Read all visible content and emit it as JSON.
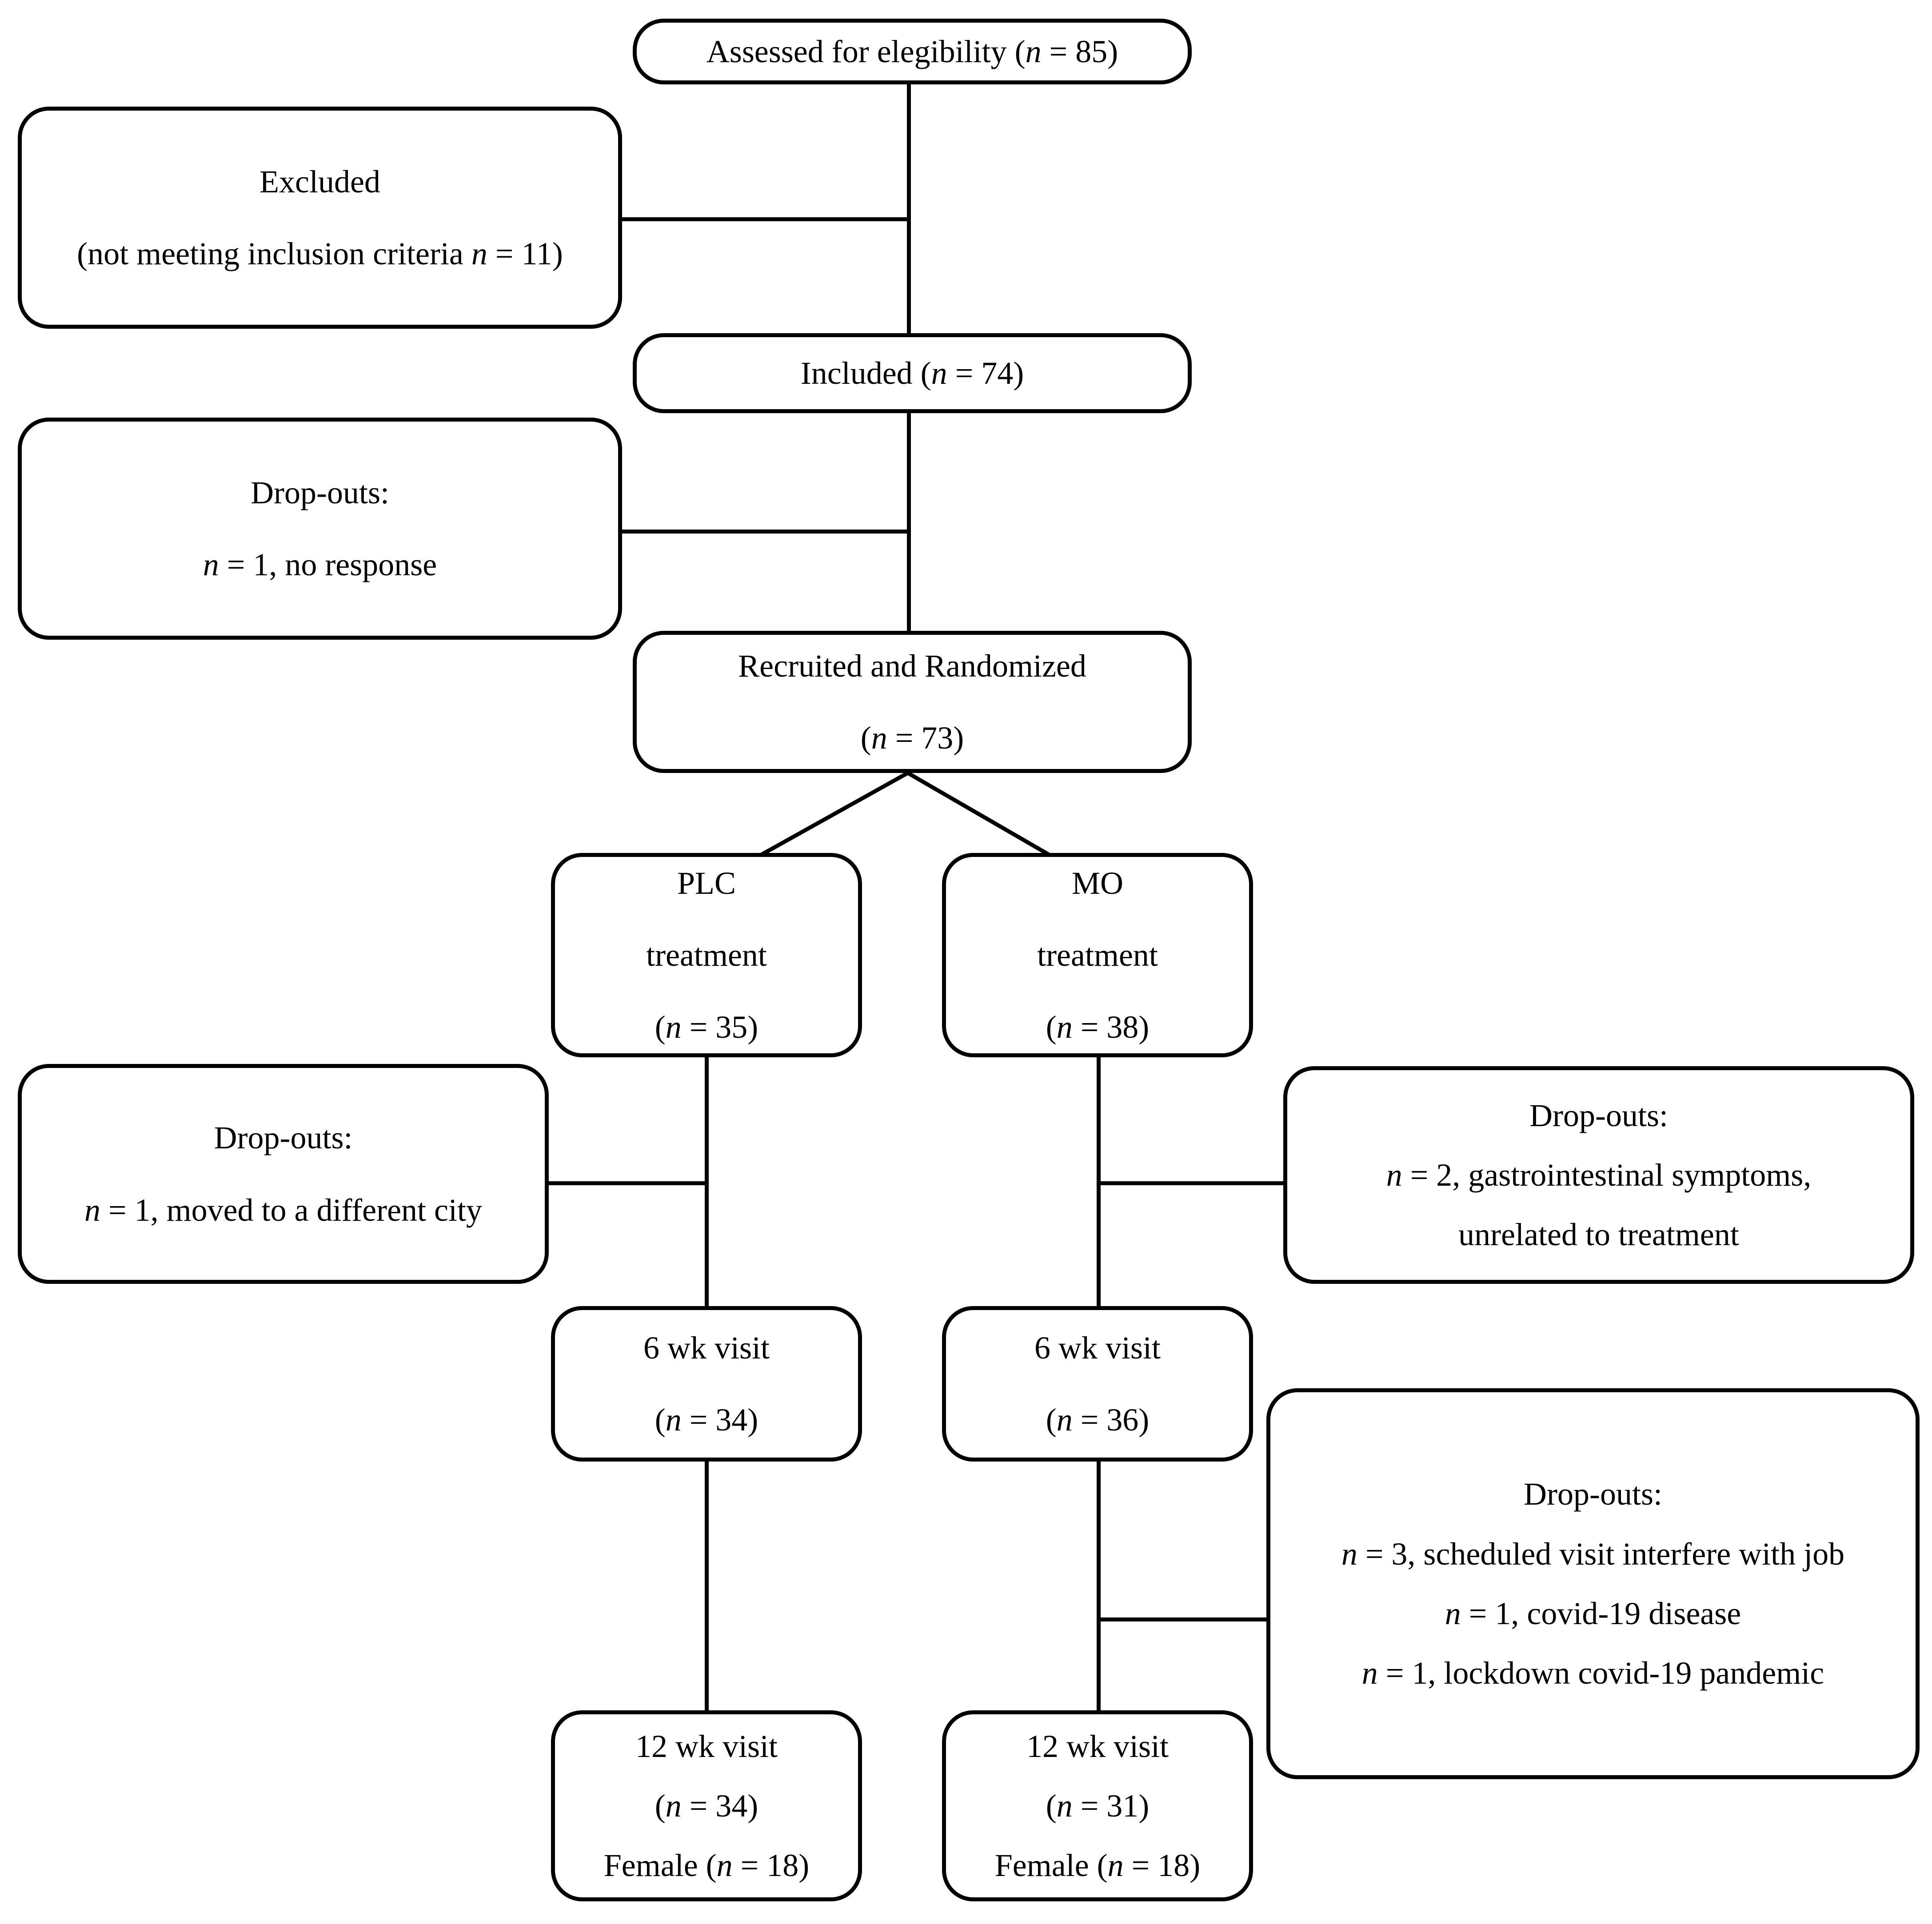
{
  "diagram": {
    "type": "consort-flow-diagram",
    "title": "CONSORT participant flow diagram",
    "nodes": {
      "assessed": {
        "lines": [
          "Assessed for elegibility (n = 85)"
        ],
        "parts": {
          "label": "Assessed for elegibility",
          "n": 85
        }
      },
      "excluded": {
        "lines": [
          "Excluded",
          "(not meeting inclusion criteria n = 11)"
        ],
        "parts": {
          "label": "Excluded",
          "reason": "not meeting inclusion criteria",
          "n": 11
        }
      },
      "included": {
        "lines": [
          "Included (n = 74)"
        ],
        "parts": {
          "label": "Included",
          "n": 74
        }
      },
      "dropouts_included": {
        "lines": [
          "Drop-outs:",
          "n = 1, no response"
        ],
        "parts": {
          "label": "Drop-outs:",
          "n": 1,
          "reason": "no response"
        }
      },
      "randomized": {
        "lines": [
          "Recruited and Randomized",
          "(n = 73)"
        ],
        "parts": {
          "label": "Recruited and Randomized",
          "n": 73
        }
      },
      "plc_treatment": {
        "lines": [
          "PLC",
          "treatment",
          "(n = 35)"
        ],
        "parts": {
          "arm": "PLC",
          "label": "treatment",
          "n": 35
        }
      },
      "mo_treatment": {
        "lines": [
          "MO",
          "treatment",
          "(n = 38)"
        ],
        "parts": {
          "arm": "MO",
          "label": "treatment",
          "n": 38
        }
      },
      "dropouts_plc": {
        "lines": [
          "Drop-outs:",
          "n = 1, moved to a different city"
        ],
        "parts": {
          "label": "Drop-outs:",
          "n": 1,
          "reason": "moved to a different city"
        }
      },
      "dropouts_mo_6wk": {
        "lines": [
          "Drop-outs:",
          "n = 2, gastrointestinal symptoms,",
          "unrelated to treatment"
        ],
        "parts": {
          "label": "Drop-outs:",
          "n": 2,
          "reason": "gastrointestinal symptoms, unrelated to treatment"
        }
      },
      "plc_6wk": {
        "lines": [
          "6 wk visit",
          "(n = 34)"
        ],
        "parts": {
          "label": "6 wk visit",
          "n": 34
        }
      },
      "mo_6wk": {
        "lines": [
          "6 wk visit",
          "(n = 36)"
        ],
        "parts": {
          "label": "6 wk visit",
          "n": 36
        }
      },
      "dropouts_mo_12wk": {
        "lines": [
          "Drop-outs:",
          "n = 3, scheduled visit interfere with job",
          "n = 1, covid-19 disease",
          "n = 1, lockdown covid-19 pandemic"
        ],
        "parts": {
          "label": "Drop-outs:",
          "items": [
            {
              "n": 3,
              "reason": "scheduled visit interfere with job"
            },
            {
              "n": 1,
              "reason": "covid-19 disease"
            },
            {
              "n": 1,
              "reason": "lockdown covid-19 pandemic"
            }
          ]
        }
      },
      "plc_12wk": {
        "lines": [
          "12 wk visit",
          "(n = 34)",
          "Female (n = 18)"
        ],
        "parts": {
          "label": "12 wk visit",
          "n": 34,
          "female_label": "Female",
          "female_n": 18
        }
      },
      "mo_12wk": {
        "lines": [
          "12 wk visit",
          "(n = 31)",
          "Female (n = 18)"
        ],
        "parts": {
          "label": "12 wk visit",
          "n": 31,
          "female_label": "Female",
          "female_n": 18
        }
      }
    },
    "text": {
      "assessed_l1_a": "Assessed for elegibility (",
      "assessed_l1_n": "n",
      "assessed_l1_b": " = 85)",
      "excluded_l1": "Excluded",
      "excluded_l2_a": "(not meeting inclusion criteria ",
      "excluded_l2_n": "n",
      "excluded_l2_b": " = 11)",
      "included_l1_a": "Included (",
      "included_l1_n": "n",
      "included_l1_b": " = 74)",
      "drop1_l1": "Drop-outs:",
      "drop1_l2_n": "n",
      "drop1_l2_b": " = 1, no response",
      "rand_l1": "Recruited and Randomized",
      "rand_l2_a": "(",
      "rand_l2_n": "n",
      "rand_l2_b": " = 73)",
      "plc_l1": "PLC",
      "plc_l2": "treatment",
      "plc_l3_a": "(",
      "plc_l3_n": "n",
      "plc_l3_b": " = 35)",
      "mo_l1": "MO",
      "mo_l2": "treatment",
      "mo_l3_a": "(",
      "mo_l3_n": "n",
      "mo_l3_b": " = 38)",
      "drop2_l1": "Drop-outs:",
      "drop2_l2_n": "n",
      "drop2_l2_b": " = 1, moved to a different city",
      "drop3_l1": "Drop-outs:",
      "drop3_l2_n": "n",
      "drop3_l2_b": " = 2, gastrointestinal symptoms,",
      "drop3_l3": "unrelated to treatment",
      "plc6_l1": "6 wk visit",
      "plc6_l2_a": "(",
      "plc6_l2_n": "n",
      "plc6_l2_b": " = 34)",
      "mo6_l1": "6 wk visit",
      "mo6_l2_a": "(",
      "mo6_l2_n": "n",
      "mo6_l2_b": " = 36)",
      "drop4_l1": "Drop-outs:",
      "drop4_l2_n": "n",
      "drop4_l2_b": " = 3, scheduled visit interfere with job",
      "drop4_l3_n": "n",
      "drop4_l3_b": " = 1, covid-19 disease",
      "drop4_l4_n": "n",
      "drop4_l4_b": " = 1, lockdown covid-19 pandemic",
      "plc12_l1": "12 wk visit",
      "plc12_l2_a": "(",
      "plc12_l2_n": "n",
      "plc12_l2_b": " = 34)",
      "plc12_l3_a": "Female (",
      "plc12_l3_n": "n",
      "plc12_l3_b": " = 18)",
      "mo12_l1": "12 wk visit",
      "mo12_l2_a": "(",
      "mo12_l2_n": "n",
      "mo12_l2_b": " = 31)",
      "mo12_l3_a": "Female (",
      "mo12_l3_n": "n",
      "mo12_l3_b": " = 18)"
    },
    "colors": {
      "stroke": "#000000",
      "fill": "#ffffff",
      "text": "#000000"
    }
  }
}
